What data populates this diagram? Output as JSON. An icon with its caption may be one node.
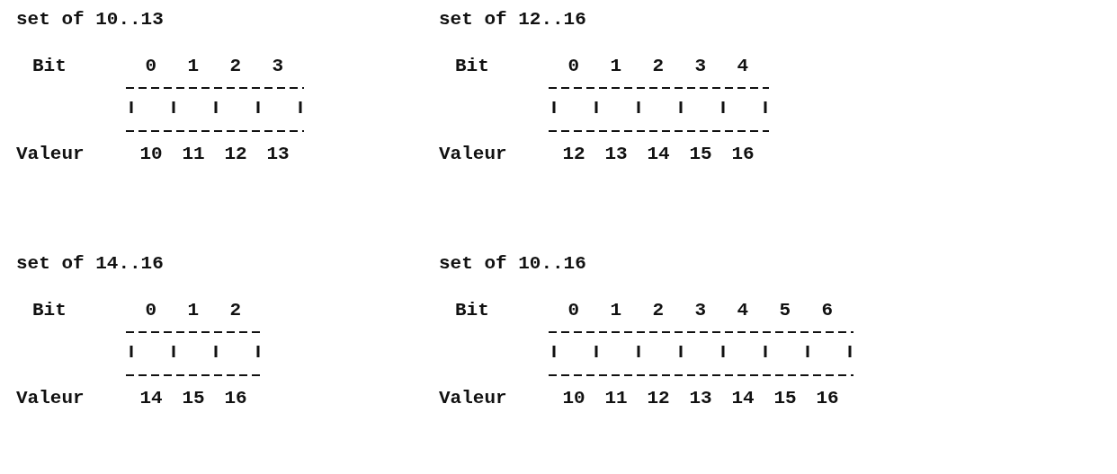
{
  "diagram": {
    "labels": [
      "set of 10..13",
      "Bit",
      "0",
      "1",
      "2",
      "3",
      "Valeur",
      "10",
      "11",
      "12",
      "13",
      "set of 12..16",
      "Bit",
      "0",
      "1",
      "2",
      "3",
      "4",
      "Valeur",
      "12",
      "13",
      "14",
      "15",
      "16",
      "set of 14..16",
      "Bit",
      "0",
      "1",
      "2",
      "Valeur",
      "14",
      "15",
      "16",
      "set of 10..16",
      "Bit",
      "0",
      "1",
      "2",
      "3",
      "4",
      "5",
      "6",
      "Valeur",
      "10",
      "11",
      "12",
      "13",
      "14",
      "15",
      "16"
    ]
  }
}
